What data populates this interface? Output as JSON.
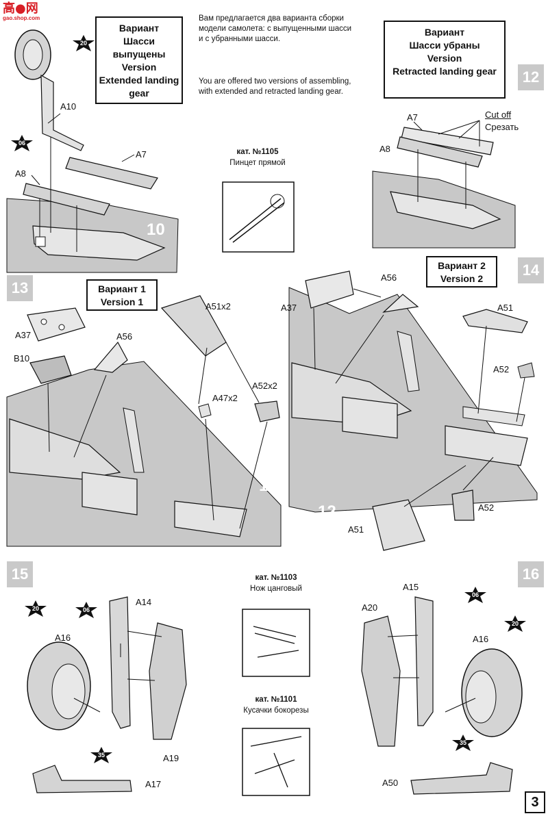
{
  "logo": {
    "chars": "高●网",
    "url": "gao.shop.com"
  },
  "intro": {
    "ru": "Вам предлагается два варианта сборки модели самолета: с выпущенными шасси и с убранными шасси.",
    "en": "You are offered two versions of assembling, with extended and retracted landing gear."
  },
  "variant_extended": {
    "l1": "Вариант",
    "l2": "Шасси",
    "l3": "выпущены",
    "l4": "Version",
    "l5": "Extended landing",
    "l6": "gear"
  },
  "variant_retracted": {
    "l1": "Вариант",
    "l2": "Шасси убраны",
    "l3": "Version",
    "l4": "Retracted landing gear"
  },
  "variant1": {
    "ru": "Вариант 1",
    "en": "Version 1"
  },
  "variant2": {
    "ru": "Вариант 2",
    "en": "Version 2"
  },
  "steps": {
    "s12": "12",
    "s13": "13",
    "s14": "14",
    "s15": "15",
    "s16": "16"
  },
  "inner_steps": {
    "a": "10",
    "b": "10",
    "c": "11",
    "d": "12"
  },
  "tools": {
    "t1_cat": "кат. №1105",
    "t1_name": "Пинцет прямой",
    "t2_cat": "кат. №1103",
    "t2_name": "Нож цанговый",
    "t3_cat": "кат. №1101",
    "t3_name": "Кусачки бокорезы"
  },
  "cutoff": {
    "en": "Cut off",
    "ru": "Срезать"
  },
  "labels": {
    "a10": "A10",
    "a7_left": "A7",
    "a8_left": "A8",
    "a7_right": "A7",
    "a8_right": "A8",
    "a37_13": "A37",
    "a56_13": "A56",
    "b10": "B10",
    "a51x2": "A51x2",
    "a47x2": "A47x2",
    "a52x2": "A52x2",
    "a37_14": "A37",
    "a56_14": "A56",
    "a51_top": "A51",
    "a52_top": "A52",
    "a51_bot": "A51",
    "a52_bot": "A52",
    "a14": "A14",
    "a16_l": "A16",
    "a19": "A19",
    "a17": "A17",
    "a15": "A15",
    "a20": "A20",
    "a16_r": "A16",
    "a50": "A50"
  },
  "paints": {
    "p20a": "20",
    "p06a": "06",
    "p20b": "20",
    "p06b": "06",
    "p35a": "35",
    "p06c": "06",
    "p20c": "20",
    "p35b": "35"
  },
  "page_number": "3",
  "colors": {
    "wing_gray": "#c8c8c8",
    "step_gray": "#c9c9c9",
    "logo_red": "#d81f26"
  }
}
